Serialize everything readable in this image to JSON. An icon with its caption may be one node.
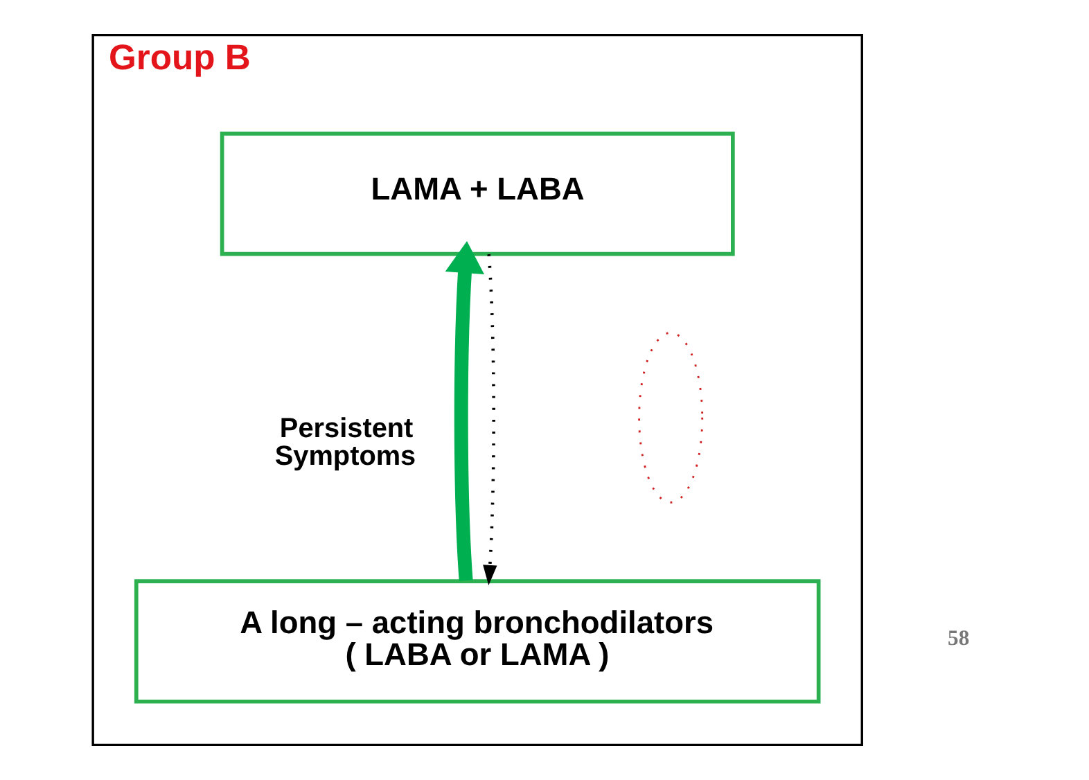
{
  "diagram": {
    "nodes": [
      {
        "text": [
          "Group B"
        ]
      },
      {
        "text": [
          "LAMA + LABA"
        ],
        "in": 0
      },
      {
        "text": [
          "A long – acting bronchodilators ( LABA or LAMA )"
        ],
        "in": 0
      },
      {
        "text": [],
        "shape": "ellipse",
        "in": 0
      }
    ],
    "edges": [
      {
        "from": 2,
        "to": 1,
        "arrow": "to",
        "label": "Persistent Symptoms",
        "style": "thick",
        "color": "#00b050"
      },
      {
        "from": 1,
        "to": 2,
        "arrow": "to",
        "style": "dashed",
        "color": "#000000"
      }
    ],
    "labels": [
      "58"
    ]
  }
}
